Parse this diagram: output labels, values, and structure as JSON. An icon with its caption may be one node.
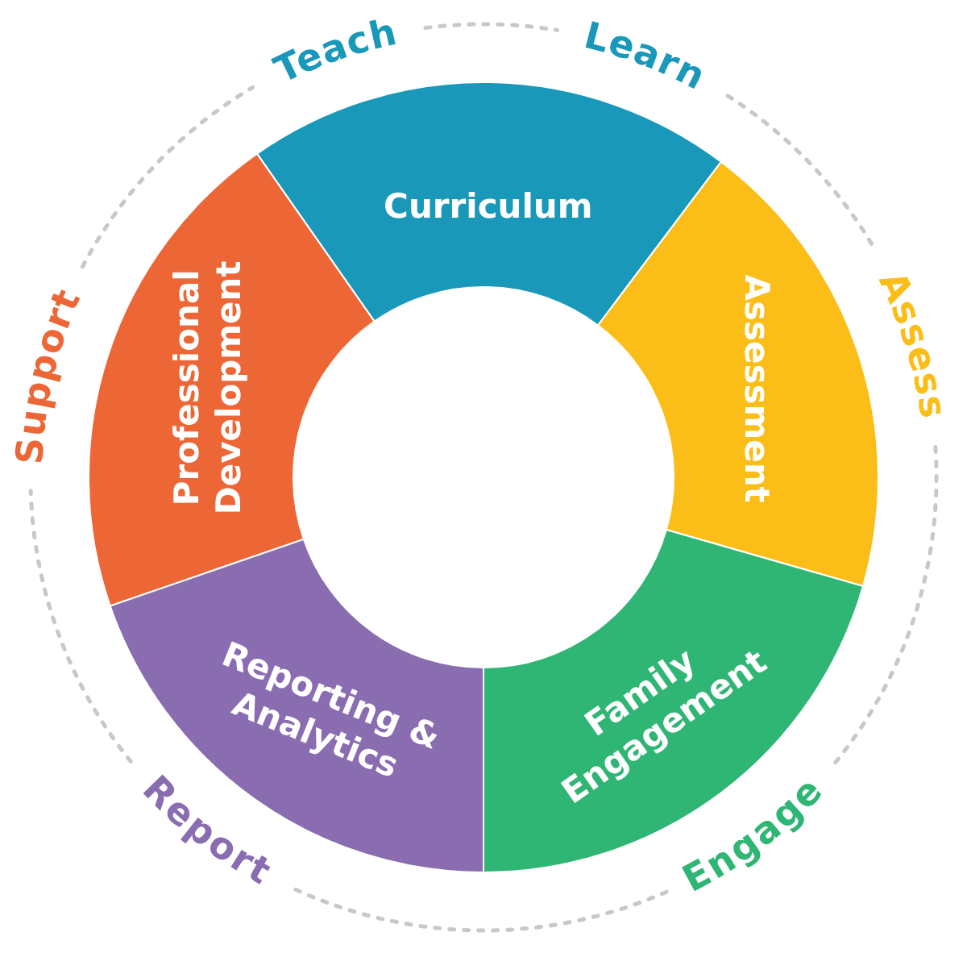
{
  "diagram": {
    "nodes": [
      {
        "text": [
          "Curriculum"
        ]
      },
      {
        "text": [
          "Professional Development"
        ]
      },
      {
        "text": [
          "Assessment"
        ]
      },
      {
        "text": [
          "Reporting & Analytics"
        ]
      },
      {
        "text": [
          "Family Engagement"
        ]
      }
    ],
    "labels": [
      "Teach",
      "Learn",
      "Support",
      "Assess",
      "Report",
      "Engage"
    ]
  }
}
